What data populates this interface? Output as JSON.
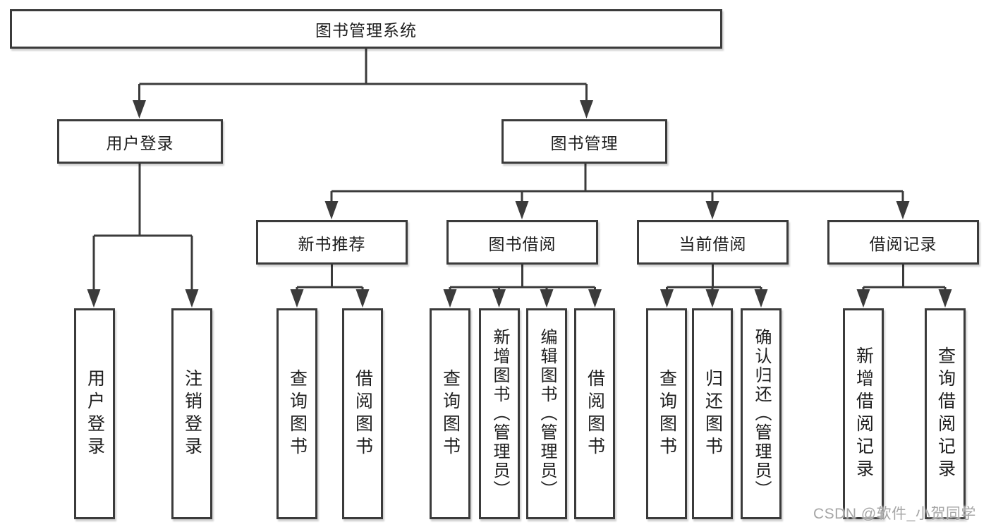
{
  "colors": {
    "line": "#3b3b3b",
    "box_border": "#3b3b3b",
    "text": "#1e1e1e",
    "watermark": "#a6a6a6",
    "background": "#ffffff"
  },
  "watermark": {
    "text": "CSDN @软件_小贺同学"
  },
  "tree": {
    "label": "图书管理系统",
    "children": [
      {
        "label": "用户登录",
        "children": [
          {
            "label": "用户登录"
          },
          {
            "label": "注销登录"
          }
        ]
      },
      {
        "label": "图书管理",
        "children": [
          {
            "label": "新书推荐",
            "children": [
              {
                "label": "查询图书"
              },
              {
                "label": "借阅图书"
              }
            ]
          },
          {
            "label": "图书借阅",
            "children": [
              {
                "label": "查询图书"
              },
              {
                "label": "新增图书（管理员）"
              },
              {
                "label": "编辑图书（管理员）"
              },
              {
                "label": "借阅图书"
              }
            ]
          },
          {
            "label": "当前借阅",
            "children": [
              {
                "label": "查询图书"
              },
              {
                "label": "归还图书"
              },
              {
                "label": "确认归还（管理员）"
              }
            ]
          },
          {
            "label": "借阅记录",
            "children": [
              {
                "label": "新增借阅记录"
              },
              {
                "label": "查询借阅记录"
              }
            ]
          }
        ]
      }
    ]
  }
}
